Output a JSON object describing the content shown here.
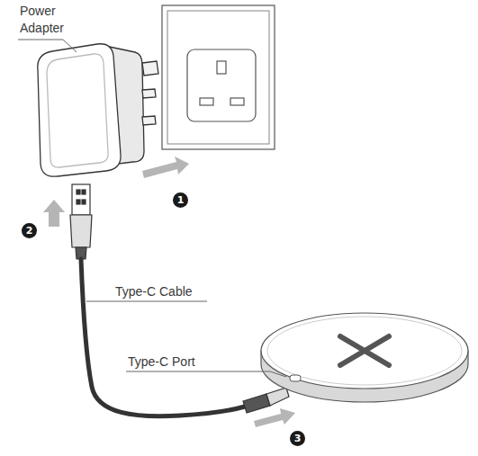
{
  "diagram": {
    "labels": [
      "Power Adapter",
      "Type-C Cable",
      "Type-C Port",
      "1",
      "2",
      "3"
    ]
  }
}
